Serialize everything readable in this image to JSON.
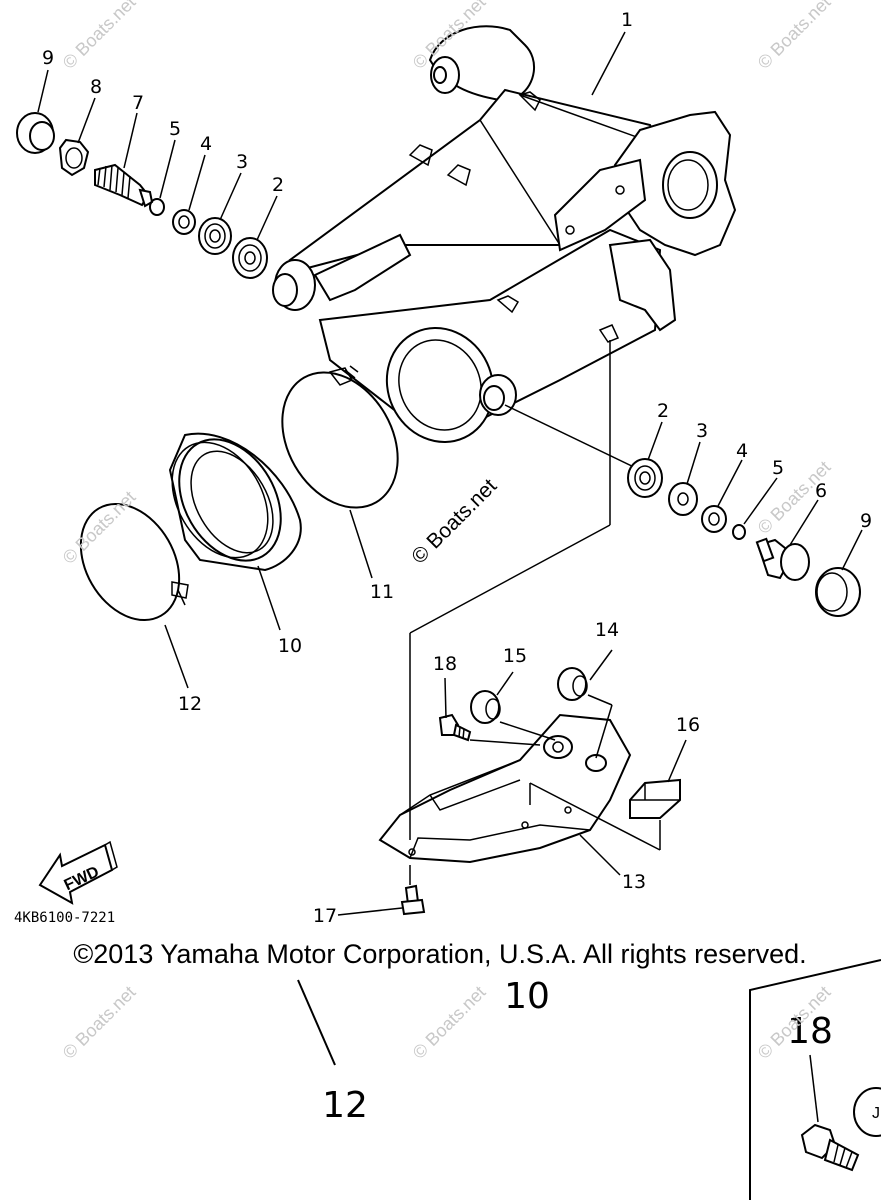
{
  "diagram": {
    "part_code": "4KB6100-7221",
    "fwd_label": "FWD",
    "copyright": "©2013 Yamaha Motor Corporation, U.S.A. All rights reserved.",
    "watermark": "© Boats.net",
    "callouts": {
      "p1": "1",
      "p2_left": "2",
      "p3_left": "3",
      "p4_left": "4",
      "p5_left": "5",
      "p7": "7",
      "p8": "8",
      "p9_left": "9",
      "p2_right": "2",
      "p3_right": "3",
      "p4_right": "4",
      "p5_right": "5",
      "p6": "6",
      "p9_right": "9",
      "p10": "10",
      "p11": "11",
      "p12": "12",
      "p13": "13",
      "p14": "14",
      "p15": "15",
      "p16": "16",
      "p17": "17",
      "p18": "18",
      "zoom_10": "10",
      "zoom_12": "12",
      "zoom_18": "18"
    }
  }
}
